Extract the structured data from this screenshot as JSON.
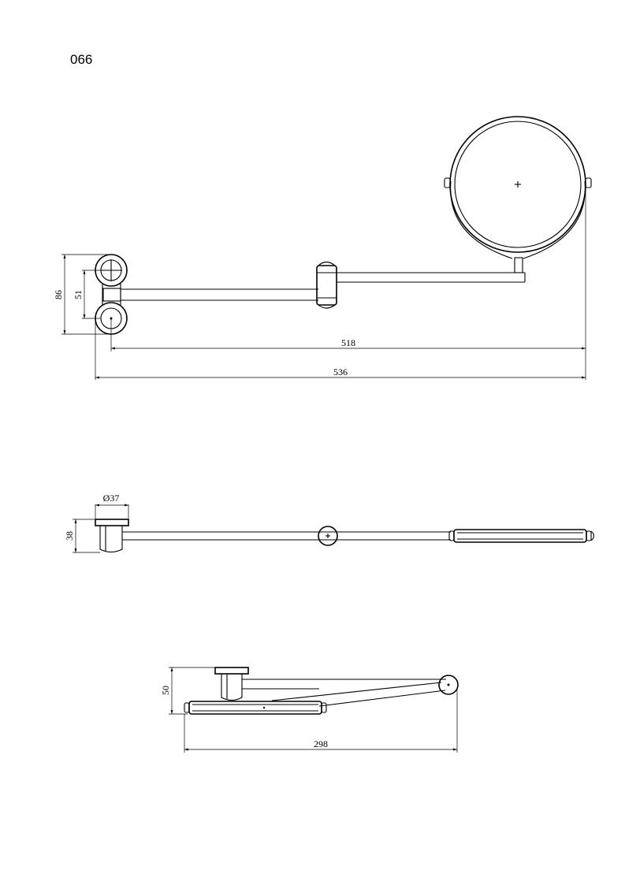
{
  "page": {
    "model_number": "066"
  },
  "dimensions": {
    "front_height_outer": "86",
    "front_height_inner": "51",
    "front_reach_center": "518",
    "front_reach_total": "536",
    "top_diameter": "Ø37",
    "top_height": "38",
    "folded_height": "50",
    "folded_length": "298"
  },
  "colors": {
    "line": "#000000",
    "background": "#ffffff"
  }
}
